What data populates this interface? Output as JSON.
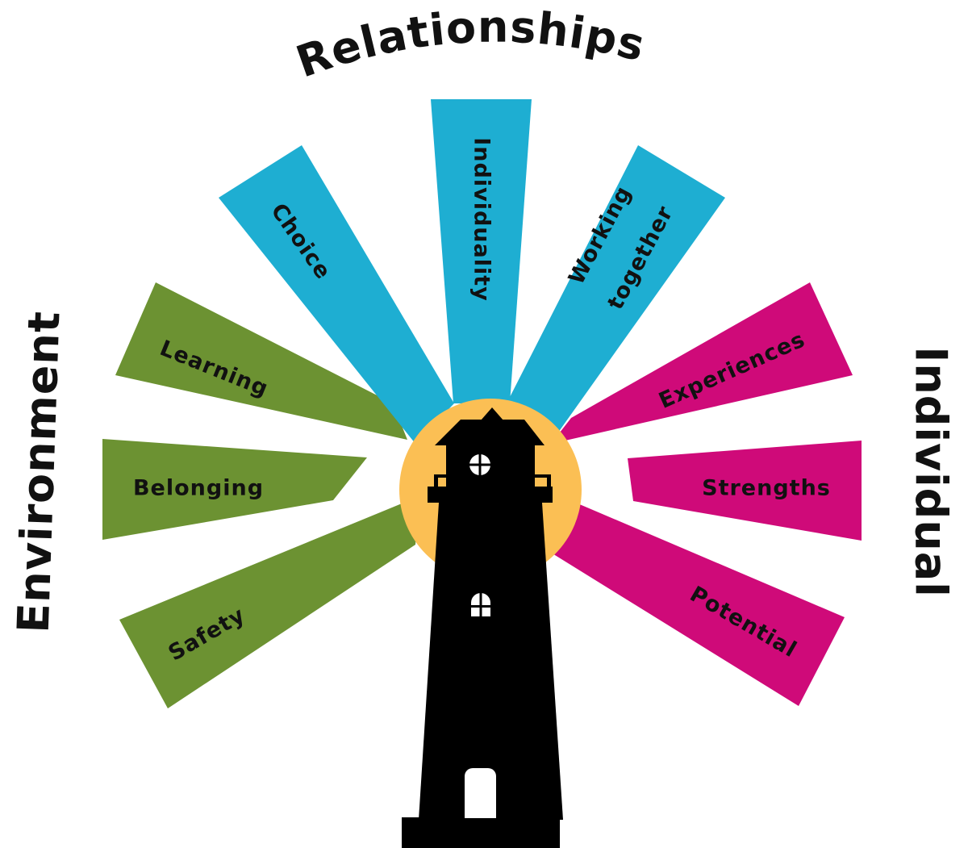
{
  "colors": {
    "relationships": "#1eaed2",
    "environment": "#6c9232",
    "individual": "#cf0a79",
    "sun": "#fbbf54",
    "lighthouse": "#000000",
    "window": "#ffffff",
    "text": "#111111"
  },
  "headings": {
    "relationships": "Relationships",
    "environment": "Environment",
    "individual": "Individual"
  },
  "rays": {
    "choice": "Choice",
    "individuality": "Individuality",
    "working_line1": "Working",
    "working_line2": "together",
    "learning": "Learning",
    "belonging": "Belonging",
    "safety": "Safety",
    "experiences": "Experiences",
    "strengths": "Strengths",
    "potential": "Potential"
  },
  "icons": {
    "lighthouse": "lighthouse-icon",
    "sun": "sun-circle"
  }
}
